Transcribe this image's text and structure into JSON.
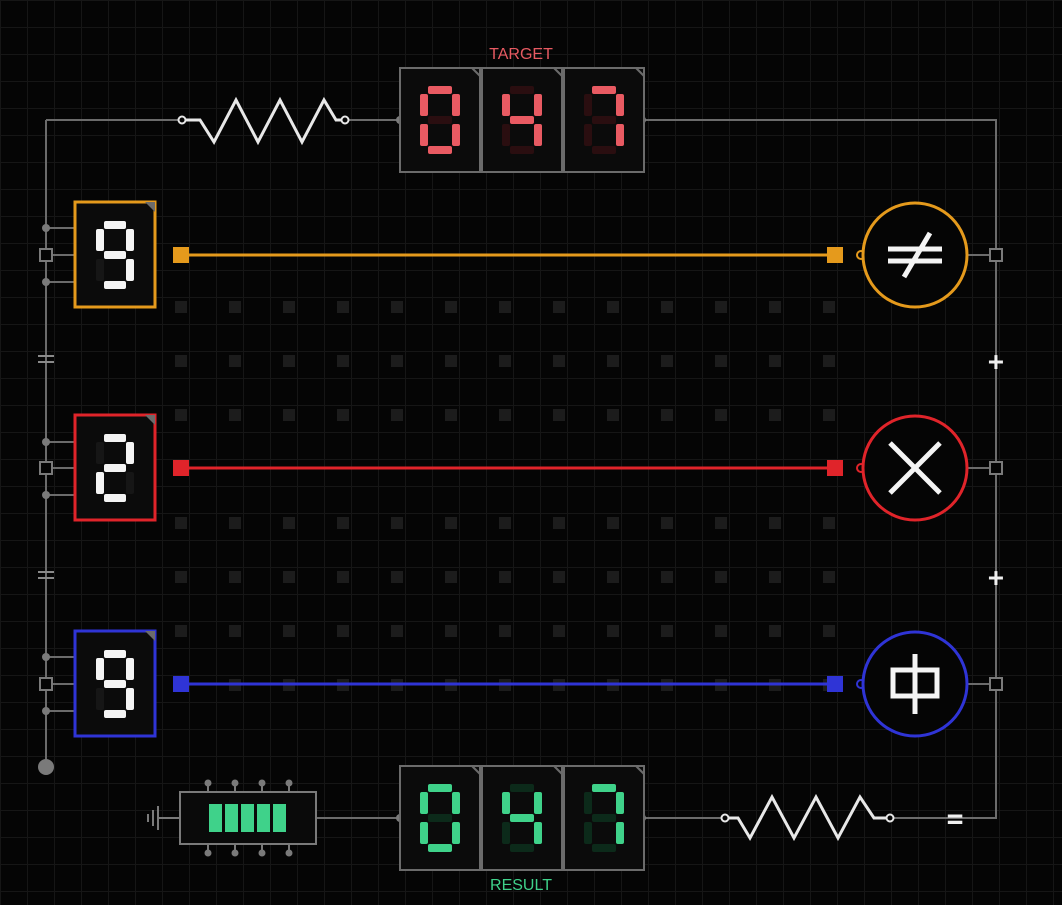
{
  "target": {
    "label": "TARGET",
    "digits": [
      "0",
      "4",
      "7"
    ],
    "color_on": "#e85a62",
    "color_off": "#2a0e10"
  },
  "result": {
    "label": "RESULT",
    "digits": [
      "0",
      "4",
      "7"
    ],
    "color_on": "#3fd28a",
    "color_off": "#0c2a1a"
  },
  "inputs": [
    {
      "digit": "9",
      "color": "#e59a1c"
    },
    {
      "digit": "2",
      "color": "#e0242a"
    },
    {
      "digit": "9",
      "color": "#2f34d6"
    }
  ],
  "operators": [
    {
      "name": "not-equal-icon",
      "color": "#e59a1c"
    },
    {
      "name": "multiply-icon",
      "color": "#e0242a"
    },
    {
      "name": "phi-icon",
      "color": "#2f34d6"
    }
  ],
  "joins": [
    "+",
    "+",
    "="
  ],
  "battery": {
    "cells": 5,
    "color": "#3fd28a"
  }
}
